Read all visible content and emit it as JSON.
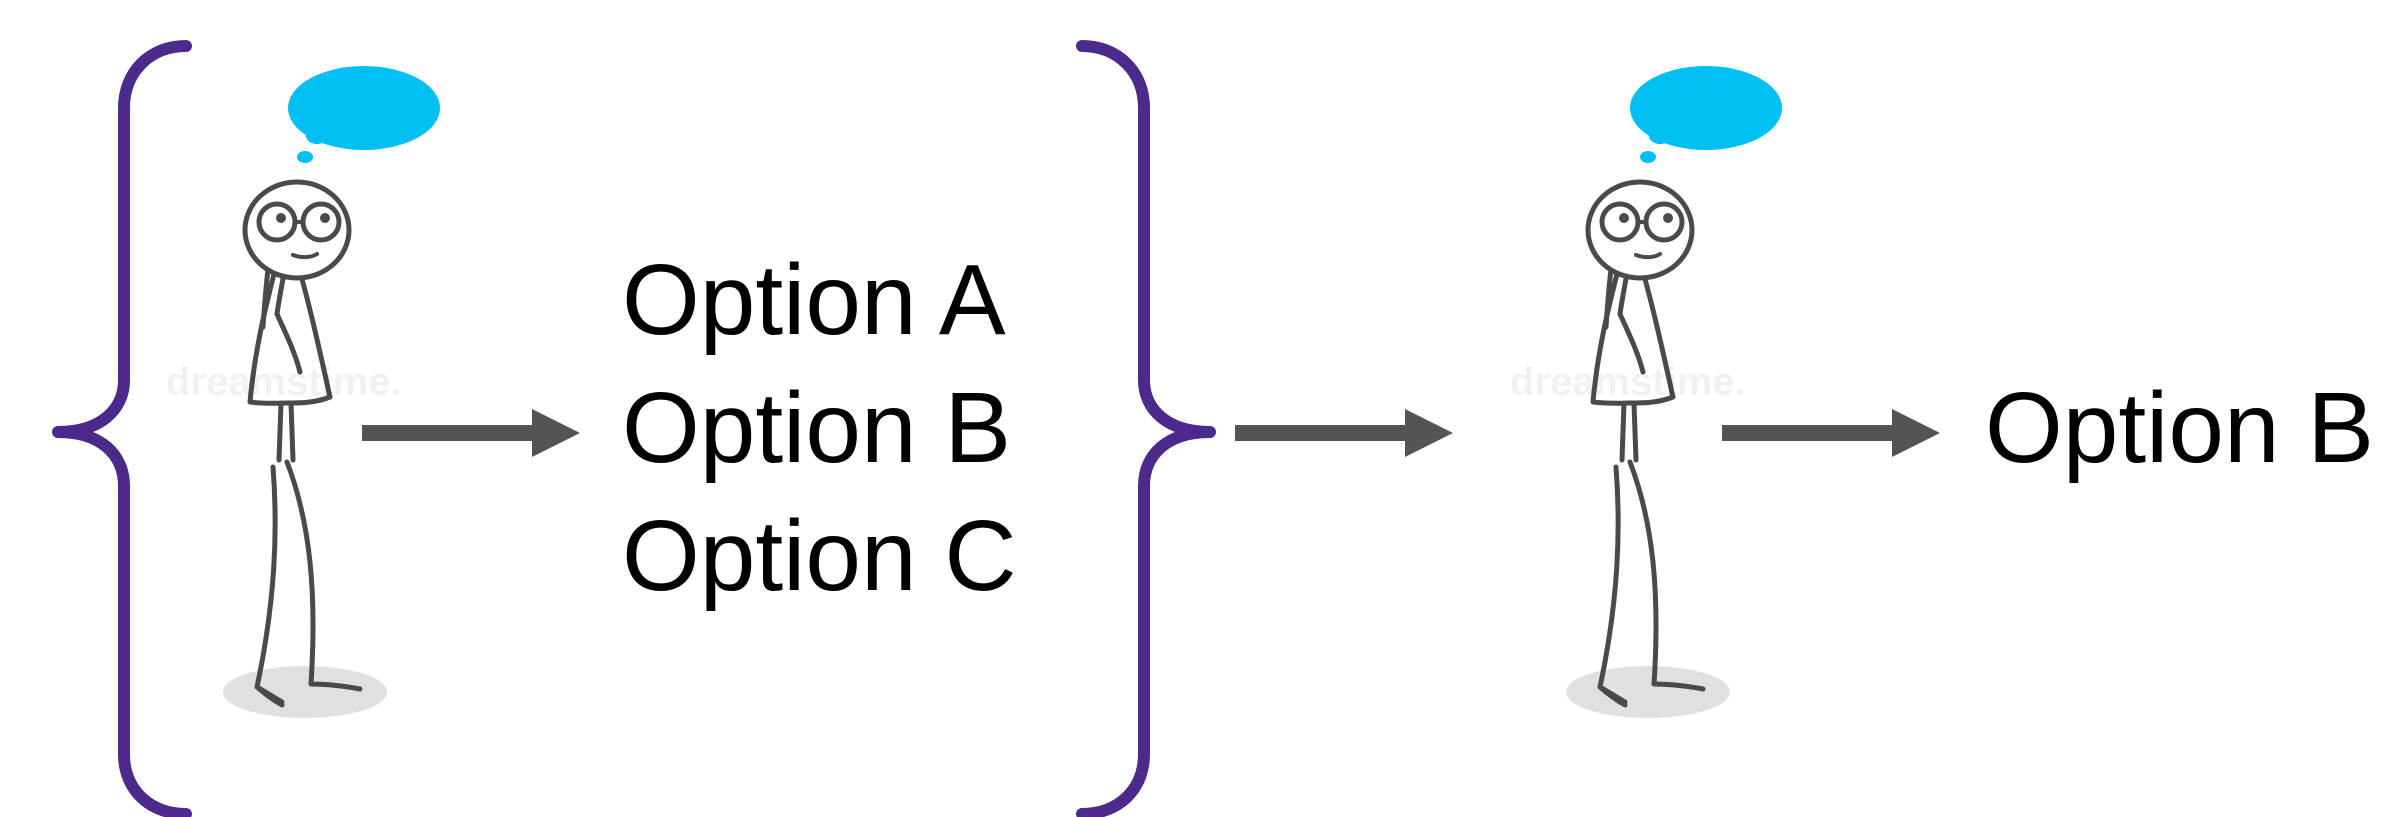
{
  "options": [
    "Option A",
    "Option B",
    "Option C"
  ],
  "result": "Option B",
  "watermark": "dreamstime.",
  "colors": {
    "bracket": "#4b2a8c",
    "arrow": "#545454",
    "thought": "#00bff3",
    "figure": "#4a4a4a",
    "shadow": "#e0e0e0",
    "text": "#000000"
  },
  "icons": {
    "person": "thinking-stick-figure-icon",
    "bubble": "thought-bubble-icon",
    "arrow": "right-arrow-icon"
  }
}
